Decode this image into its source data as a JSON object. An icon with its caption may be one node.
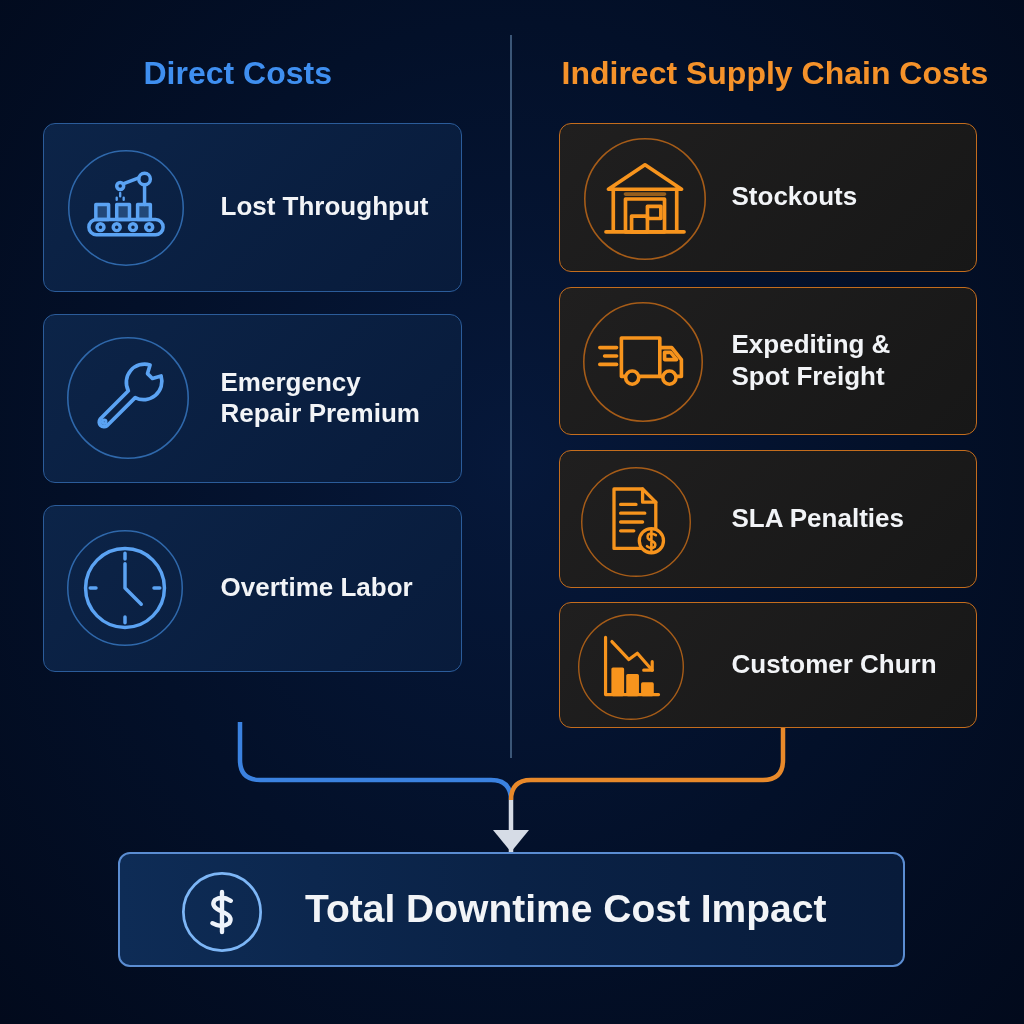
{
  "diagram": {
    "nodes": [
      {
        "text": [
          "Lost Throughput"
        ]
      },
      {
        "text": [
          "Emergency Repair Premium"
        ]
      },
      {
        "text": [
          "Overtime Labor"
        ]
      },
      {
        "text": [
          "Stockouts"
        ]
      },
      {
        "text": [
          "Expediting & Spot Freight"
        ]
      },
      {
        "text": [
          "SLA Penalties"
        ]
      },
      {
        "text": [
          "Customer Churn"
        ]
      },
      {
        "text": [
          "Total Downtime Cost Impact"
        ]
      }
    ],
    "edges": [
      {
        "from": null,
        "to": 7,
        "arrow": "to",
        "color": "#3b82e0"
      },
      {
        "from": 6,
        "to": 7,
        "arrow": "to",
        "color": "#e8892a"
      }
    ],
    "labels": [
      "Direct Costs",
      "Indirect Supply Chain Costs"
    ]
  }
}
